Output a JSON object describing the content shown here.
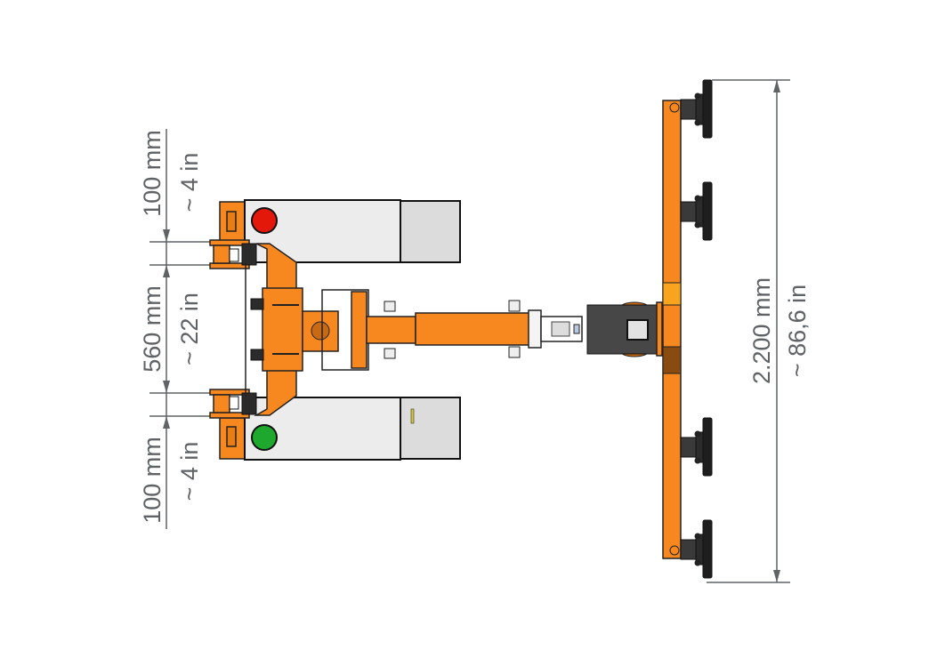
{
  "dimensions": {
    "top_gap": {
      "metric": "100 mm",
      "imperial": "~ 4 in"
    },
    "middle_gap": {
      "metric": "560 mm",
      "imperial": "~ 22 in"
    },
    "bottom_gap": {
      "metric": "100 mm",
      "imperial": "~ 4 in"
    },
    "bar_width": {
      "metric": "2.200 mm",
      "imperial": "~ 86,6 in"
    }
  },
  "colors": {
    "frame": "#f7881f",
    "stop_button": "#e3170a",
    "start_button": "#1fa82e",
    "dimension": "#5f6366"
  }
}
